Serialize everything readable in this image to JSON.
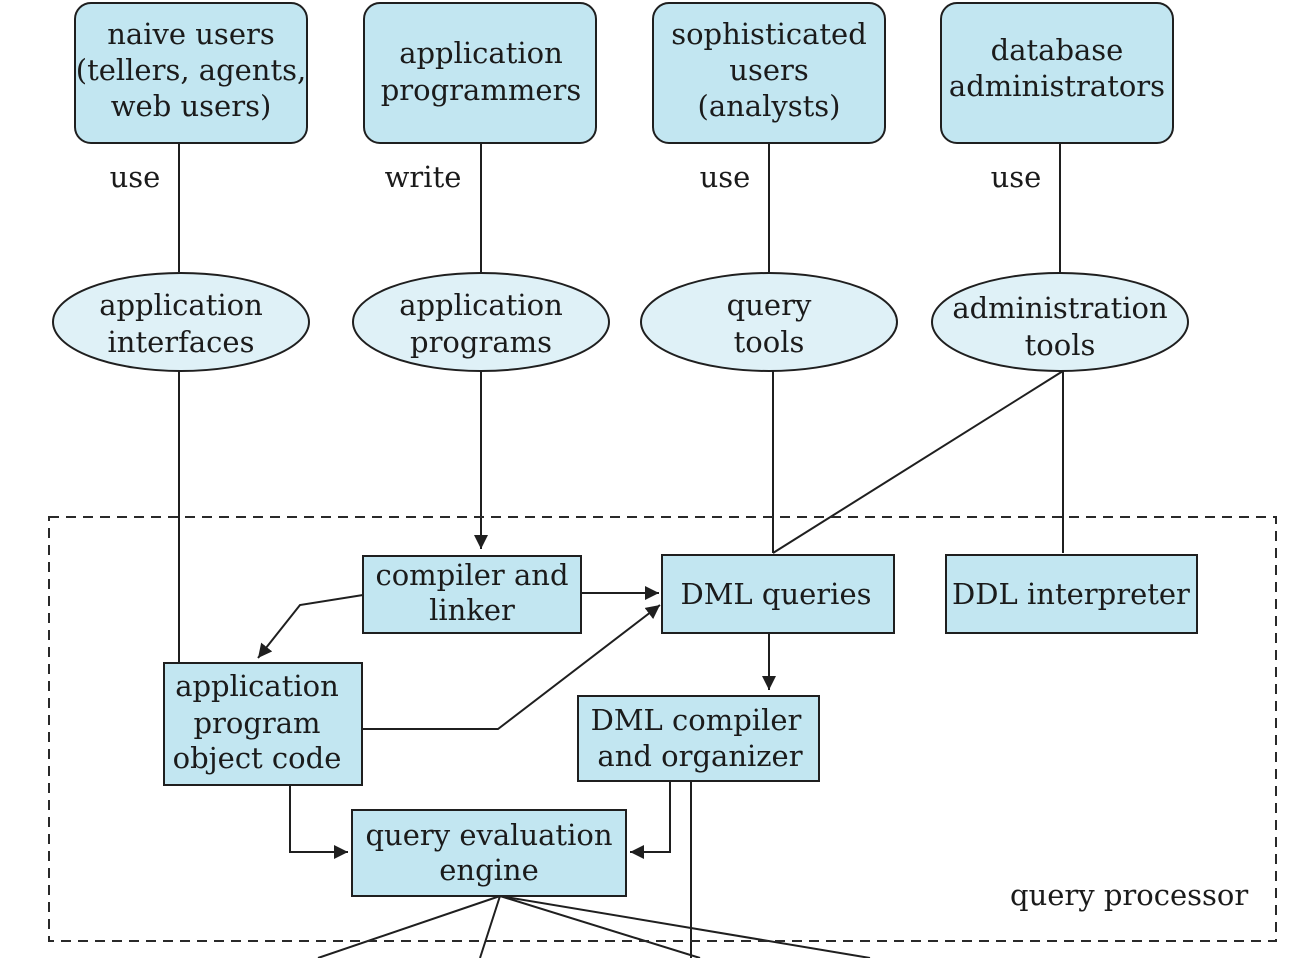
{
  "users": [
    {
      "id": "naive-users",
      "lines": [
        "naive users",
        "(tellers, agents,",
        "web users)"
      ],
      "relation": "use"
    },
    {
      "id": "application-programmers",
      "lines": [
        "application",
        "programmers"
      ],
      "relation": "write"
    },
    {
      "id": "sophisticated-users",
      "lines": [
        "sophisticated",
        "users",
        "(analysts)"
      ],
      "relation": "use"
    },
    {
      "id": "database-administrators",
      "lines": [
        "database",
        "administrators"
      ],
      "relation": "use"
    }
  ],
  "tools": [
    {
      "id": "application-interfaces",
      "lines": [
        "application",
        "interfaces"
      ]
    },
    {
      "id": "application-programs",
      "lines": [
        "application",
        "programs"
      ]
    },
    {
      "id": "query-tools",
      "lines": [
        "query",
        "tools"
      ]
    },
    {
      "id": "administration-tools",
      "lines": [
        "administration",
        "tools"
      ]
    }
  ],
  "query_processor": {
    "label": "query processor",
    "components": [
      {
        "id": "compiler-and-linker",
        "lines": [
          "compiler and",
          "linker"
        ]
      },
      {
        "id": "dml-queries",
        "lines": [
          "DML queries"
        ]
      },
      {
        "id": "ddl-interpreter",
        "lines": [
          "DDL interpreter"
        ]
      },
      {
        "id": "application-program-object-code",
        "lines": [
          "application",
          "program",
          "object code"
        ]
      },
      {
        "id": "dml-compiler-and-organizer",
        "lines": [
          "DML compiler",
          "and organizer"
        ]
      },
      {
        "id": "query-evaluation-engine",
        "lines": [
          "query evaluation",
          "engine"
        ]
      }
    ]
  }
}
